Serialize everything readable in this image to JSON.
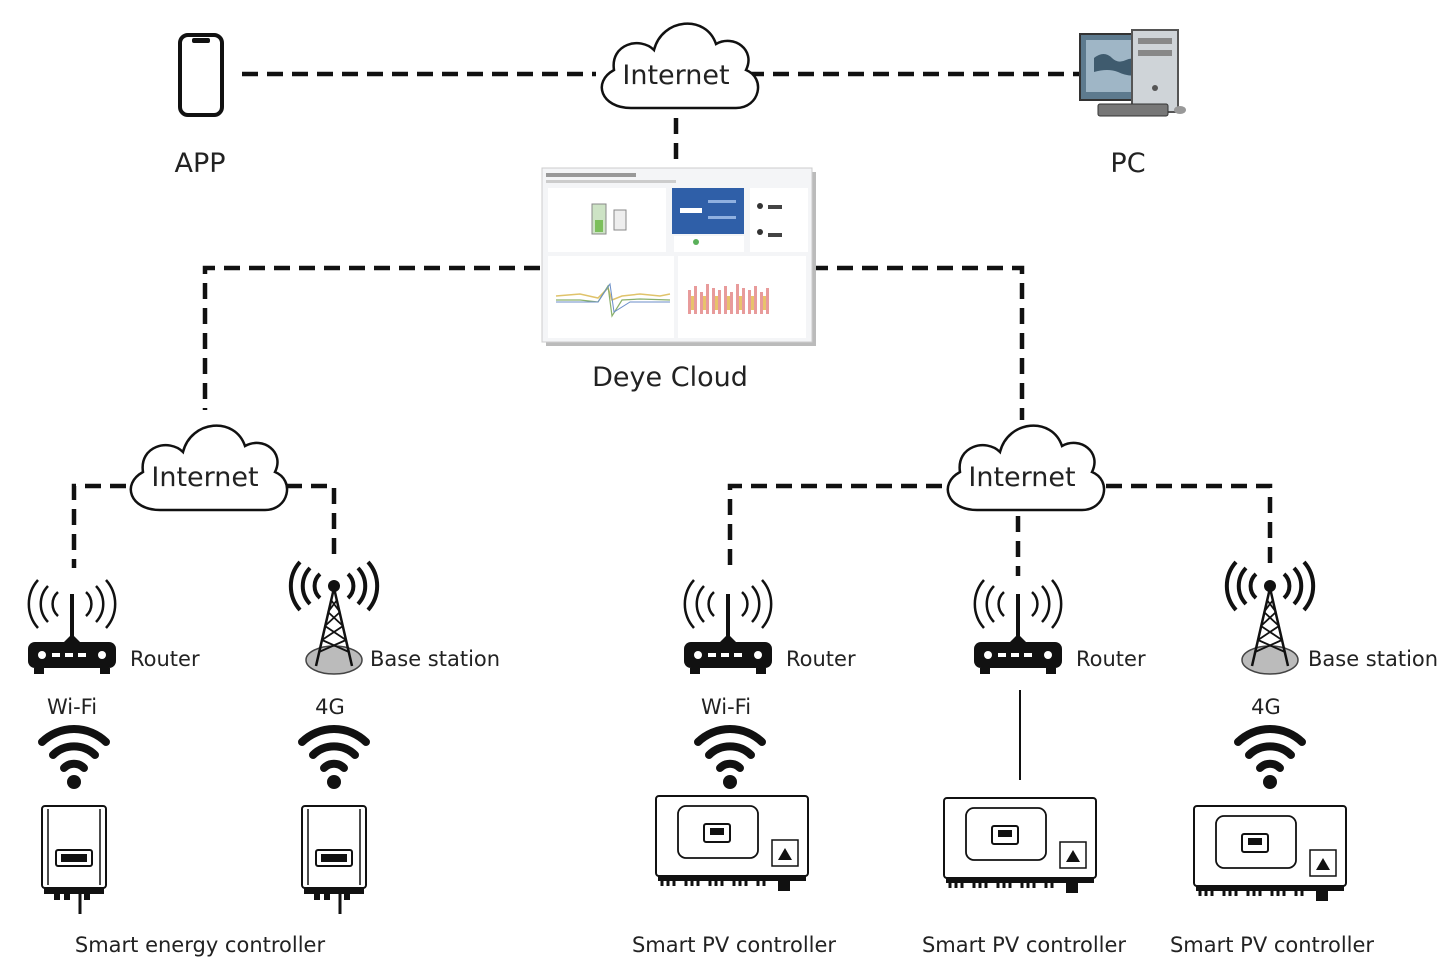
{
  "clouds": {
    "internet_label": "Internet"
  },
  "top": {
    "app_label": "APP",
    "pc_label": "PC",
    "cloud_platform_label": "Deye Cloud"
  },
  "left_group": {
    "router_label": "Router",
    "base_station_label": "Base station",
    "wifi_label": "Wi-Fi",
    "g4_label": "4G",
    "device_label": "Smart energy controller"
  },
  "right_group": {
    "router1_label": "Router",
    "router2_label": "Router",
    "base_station_label": "Base station",
    "wifi_label": "Wi-Fi",
    "g4_label": "4G",
    "device1_label": "Smart PV controller",
    "device2_label": "Smart PV controller",
    "device3_label": "Smart PV controller"
  },
  "icons": [
    "smartphone-icon",
    "pc-icon",
    "cloud-icon",
    "router-icon",
    "cell-tower-icon",
    "wifi-icon",
    "inverter-icon",
    "dashboard-screenshot"
  ]
}
